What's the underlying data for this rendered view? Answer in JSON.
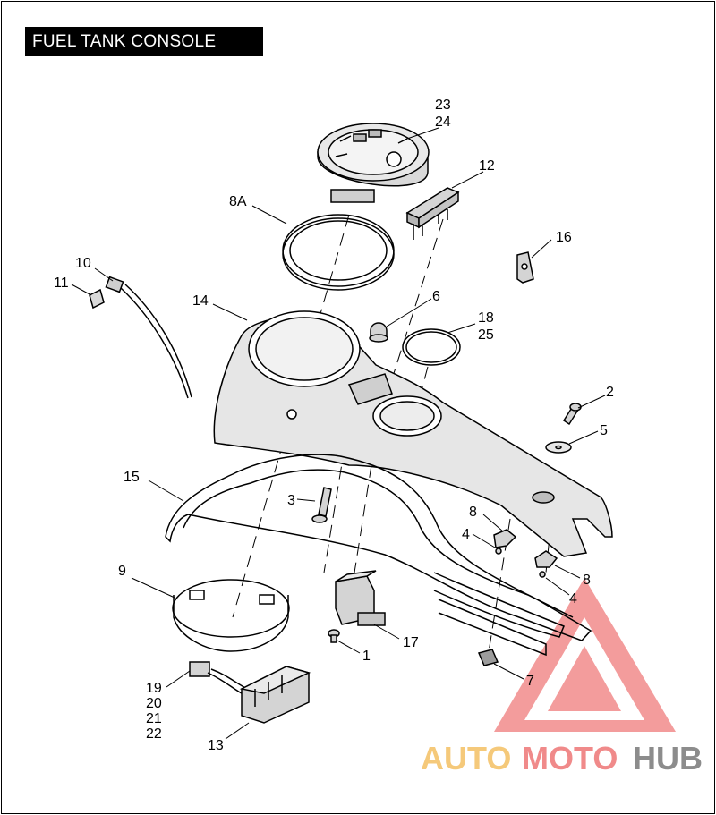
{
  "title": "FUEL TANK CONSOLE",
  "watermark": {
    "part1": "AUTO",
    "part2": "MOTO",
    "part3": "HUB",
    "colors": {
      "auto": "#f5c97a",
      "moto": "#f08a8a",
      "hub": "#8c8c8c",
      "triangle": "#ef7b7b"
    }
  },
  "callouts": [
    {
      "id": "c23",
      "text": "23"
    },
    {
      "id": "c24",
      "text": "24"
    },
    {
      "id": "c12",
      "text": "12"
    },
    {
      "id": "c8A",
      "text": "8A"
    },
    {
      "id": "c16",
      "text": "16"
    },
    {
      "id": "c10",
      "text": "10"
    },
    {
      "id": "c11",
      "text": "11"
    },
    {
      "id": "c14",
      "text": "14"
    },
    {
      "id": "c6",
      "text": "6"
    },
    {
      "id": "c18",
      "text": "18"
    },
    {
      "id": "c25",
      "text": "25"
    },
    {
      "id": "c2",
      "text": "2"
    },
    {
      "id": "c5",
      "text": "5"
    },
    {
      "id": "c15",
      "text": "15"
    },
    {
      "id": "c3",
      "text": "3"
    },
    {
      "id": "c8a",
      "text": "8"
    },
    {
      "id": "c4a",
      "text": "4"
    },
    {
      "id": "c9",
      "text": "9"
    },
    {
      "id": "c8b",
      "text": "8"
    },
    {
      "id": "c4b",
      "text": "4"
    },
    {
      "id": "c17",
      "text": "17"
    },
    {
      "id": "c1",
      "text": "1"
    },
    {
      "id": "c19",
      "text": "19"
    },
    {
      "id": "c20",
      "text": "20"
    },
    {
      "id": "c21",
      "text": "21"
    },
    {
      "id": "c22",
      "text": "22"
    },
    {
      "id": "c7",
      "text": "7"
    },
    {
      "id": "c13",
      "text": "13"
    }
  ]
}
